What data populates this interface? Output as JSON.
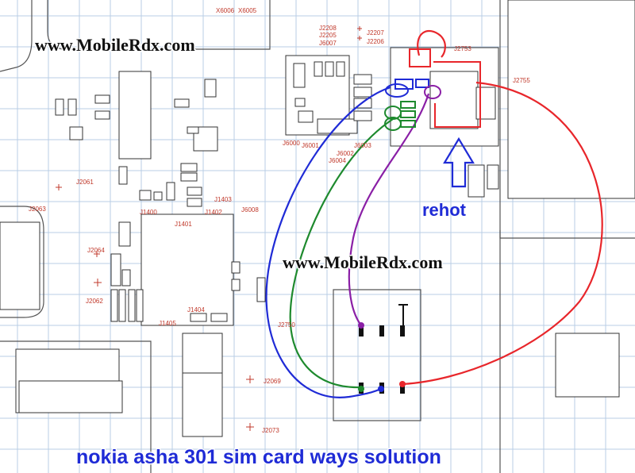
{
  "watermark_top": "www.MobileRdx.com",
  "watermark_mid": "www.MobileRdx.com",
  "annotation_rehot": "rehot",
  "caption": "nokia asha 301 sim card ways solution",
  "ref_labels": {
    "x6006": "X6006",
    "x6005": "X6005",
    "j2208": "J2208",
    "j2207": "J2207",
    "j2205": "J2205",
    "j6007": "J6007",
    "j2206": "J2206",
    "j2753": "J2753",
    "j2755": "J2755",
    "j2061": "J2061",
    "j2063": "J2063",
    "j1403": "J1403",
    "j1400": "J1400",
    "j1402": "J1402",
    "j6008": "J6008",
    "j1401": "J1401",
    "j2064": "J2064",
    "j2062": "J2062",
    "j1404": "J1404",
    "j1405": "J1405",
    "j2750": "J2750",
    "j2069": "J2069",
    "j2073": "J2073",
    "j6000": "J6000",
    "j6001": "J6001",
    "j6002": "J6002",
    "j6003": "J6003",
    "j6004": "J6004"
  },
  "colors": {
    "red": "#e8262b",
    "blue": "#1f2bd6",
    "green": "#1e8a2e",
    "purple": "#8a1fa6",
    "grid": "#b8cde6"
  }
}
